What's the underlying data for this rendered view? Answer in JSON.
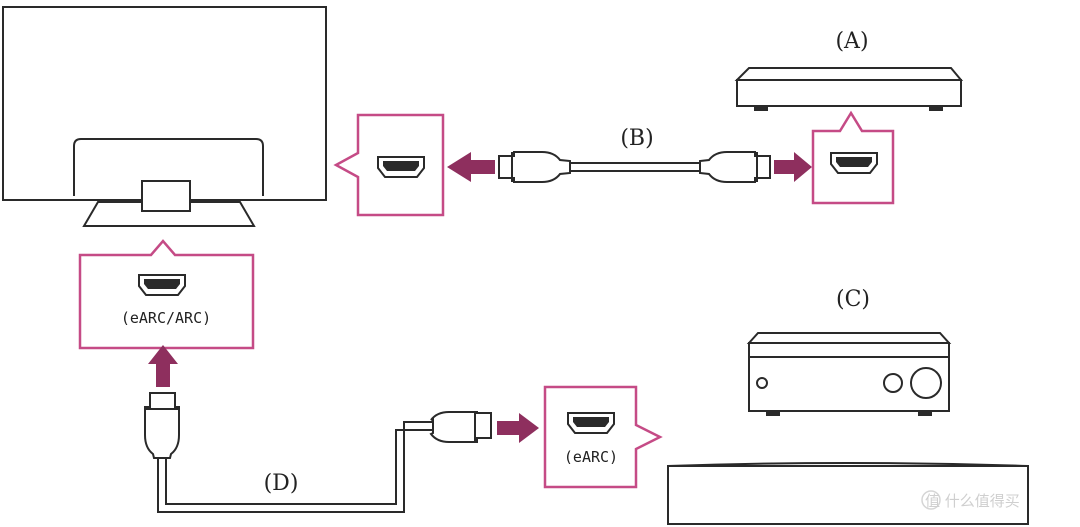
{
  "labels": {
    "a": "(A)",
    "b": "(B)",
    "c": "(C)",
    "d": "(D)"
  },
  "ports": {
    "tv_earc_arc": "(eARC/ARC)",
    "soundbar_earc": "(eARC)"
  },
  "watermark": "值 什么值得买",
  "colors": {
    "accent": "#c54b86",
    "arrow": "#8e2f5e",
    "line": "#2a2a2a"
  }
}
